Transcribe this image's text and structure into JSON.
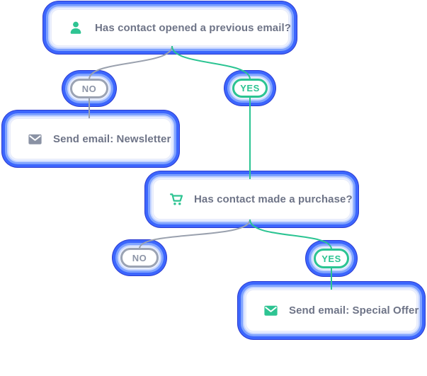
{
  "flowchart": {
    "colors": {
      "accent_green": "#2bc492",
      "line_gray": "#9aa1ae",
      "selection_glow_blue": "#3c66fd",
      "node_text": "#6e7487",
      "badge_no_gray": "#9ba3b3"
    },
    "nodes": {
      "question_opened_email": {
        "label": "Has contact opened a previous email?",
        "icon": "user-icon"
      },
      "branch_no_1": {
        "label": "NO"
      },
      "branch_yes_1": {
        "label": "YES"
      },
      "action_newsletter": {
        "label": "Send email: Newsletter",
        "icon": "envelope-icon"
      },
      "question_made_purchase": {
        "label": "Has contact made a purchase?",
        "icon": "cart-icon"
      },
      "branch_no_2": {
        "label": "NO"
      },
      "branch_yes_2": {
        "label": "YES"
      },
      "action_special_offer": {
        "label": "Send email: Special Offer",
        "icon": "envelope-icon"
      }
    }
  }
}
